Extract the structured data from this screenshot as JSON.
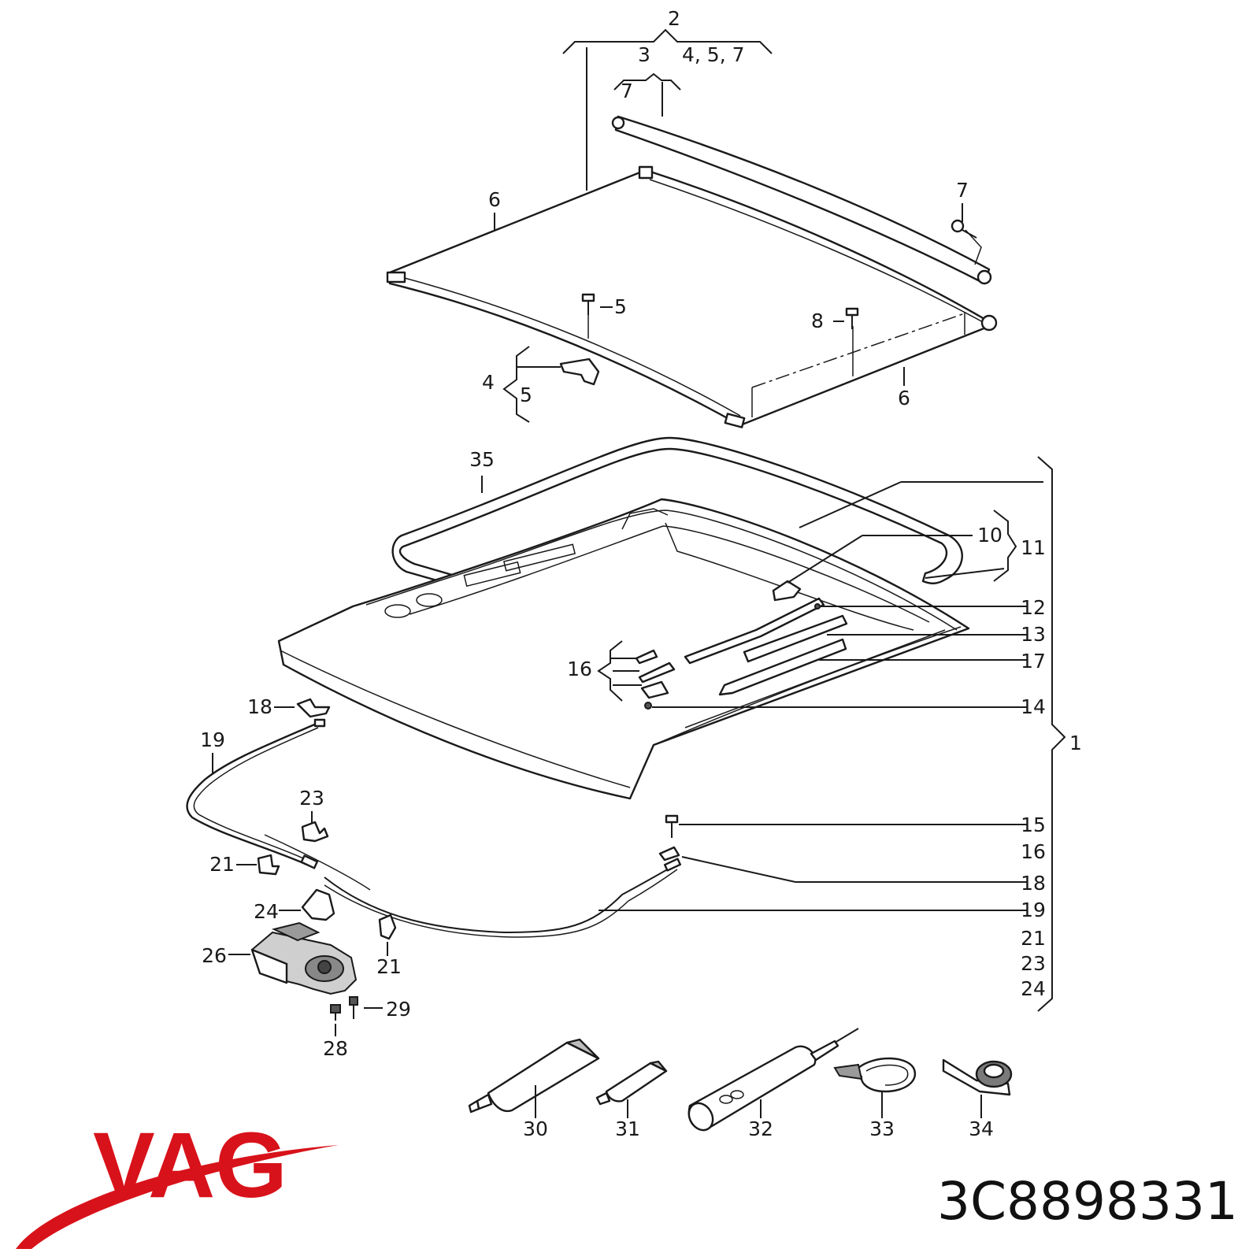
{
  "brand": {
    "name": "VAG",
    "color": "#d8121a"
  },
  "part_number": "3C8898331",
  "callouts": {
    "c2": "2",
    "c3": "3",
    "c457": "4, 5, 7",
    "c7a": "7",
    "c6a": "6",
    "c7b": "7",
    "c5a": "5",
    "c8": "8",
    "c4": "4",
    "c5b": "5",
    "c6b": "6",
    "c35": "35",
    "c10": "10",
    "c11": "11",
    "c12": "12",
    "c13": "13",
    "c17": "17",
    "c16a": "16",
    "c14": "14",
    "c18a": "18",
    "c19a": "19",
    "c1": "1",
    "c23a": "23",
    "c15": "15",
    "c16b": "16",
    "c21a": "21",
    "c18b": "18",
    "c24a": "24",
    "c19b": "19",
    "c21b": "21",
    "c26": "26",
    "c21c": "21",
    "c23b": "23",
    "c29": "29",
    "c24b": "24",
    "c28": "28",
    "c30": "30",
    "c31": "31",
    "c32": "32",
    "c33": "33",
    "c34": "34"
  }
}
